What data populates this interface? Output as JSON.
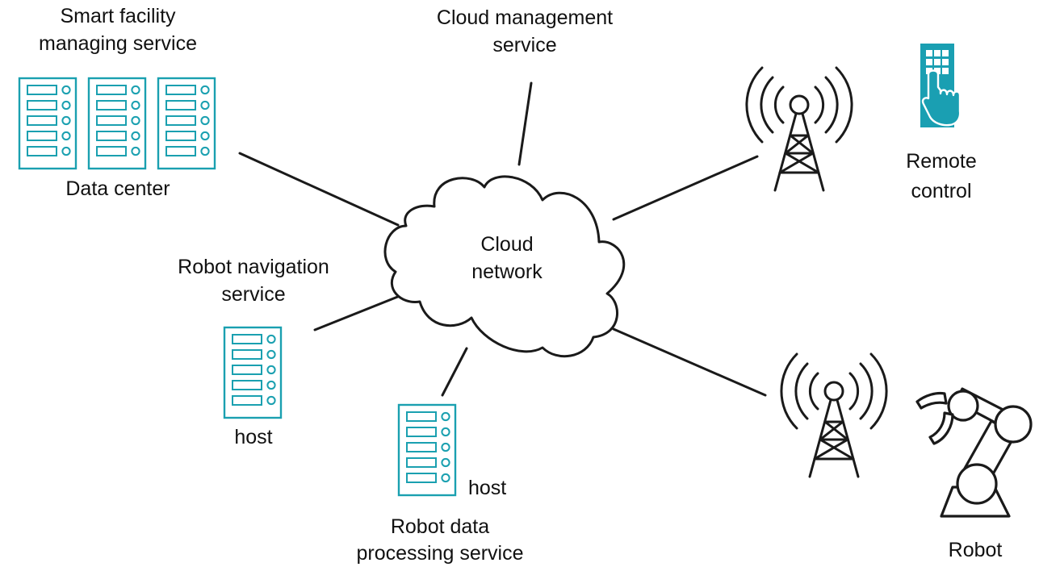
{
  "colors": {
    "server_accent": "#1aa0b0",
    "remote_accent": "#1a9fb2",
    "line": "#1a1a1a"
  },
  "icons": [
    "server-rack-icon",
    "antenna-tower-icon",
    "remote-control-icon",
    "robot-arm-icon",
    "cloud-icon"
  ],
  "labels": {
    "smart_facility": [
      "Smart facility",
      "managing service"
    ],
    "data_center": "Data center",
    "cloud_management": [
      "Cloud management",
      "service"
    ],
    "cloud_network": [
      "Cloud",
      "network"
    ],
    "robot_navigation": [
      "Robot navigation",
      "service"
    ],
    "host_navigation": "host",
    "host_data": "host",
    "robot_data": [
      "Robot data",
      "processing service"
    ],
    "remote_control": [
      "Remote",
      "control"
    ],
    "robot": "Robot"
  }
}
